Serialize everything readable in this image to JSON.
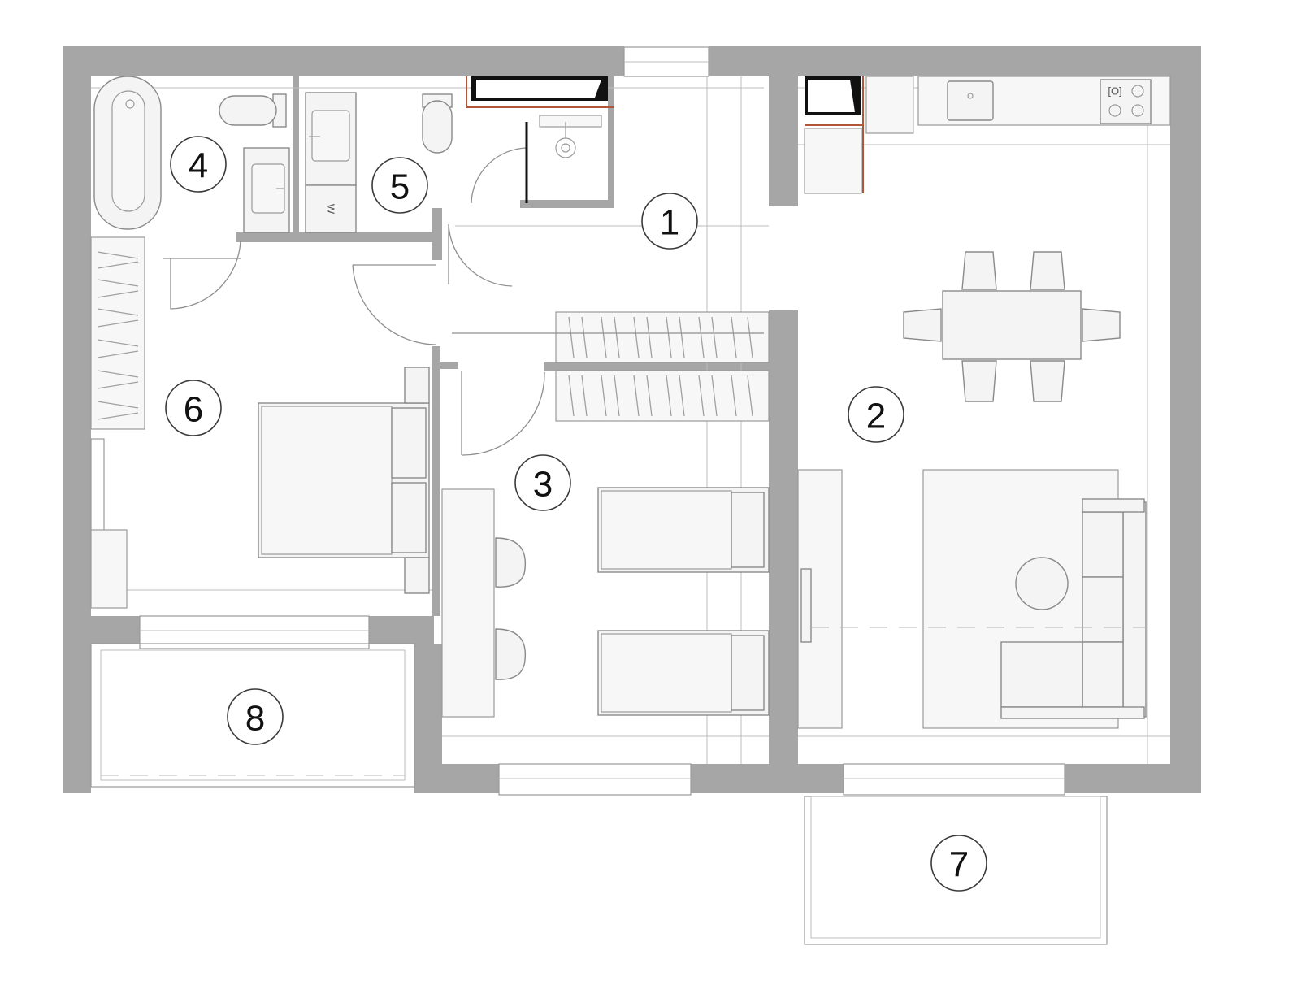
{
  "rooms": [
    {
      "id": "1",
      "label": "1"
    },
    {
      "id": "2",
      "label": "2"
    },
    {
      "id": "3",
      "label": "3"
    },
    {
      "id": "4",
      "label": "4"
    },
    {
      "id": "5",
      "label": "5"
    },
    {
      "id": "6",
      "label": "6"
    },
    {
      "id": "7",
      "label": "7"
    },
    {
      "id": "8",
      "label": "8"
    }
  ],
  "fixtures": {
    "washer_mark": "W",
    "stove_mark": "[O]"
  },
  "colors": {
    "wall": "#a6a6a6",
    "line": "#9a9a9a",
    "accent_line": "#b0553a",
    "background": "#ffffff"
  }
}
